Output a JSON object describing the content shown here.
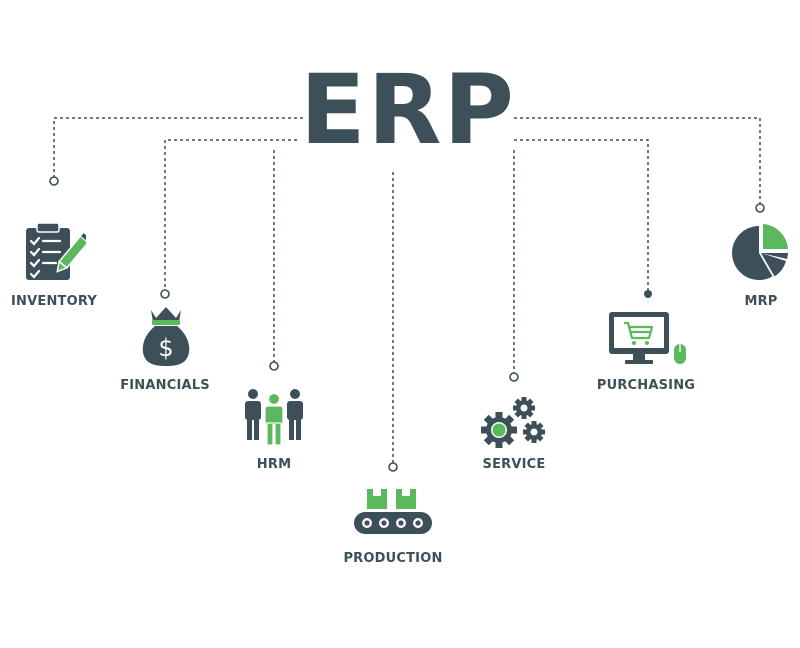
{
  "title": "ERP",
  "modules": [
    {
      "label": "INVENTORY",
      "icon": "clipboard-checklist-icon"
    },
    {
      "label": "FINANCIALS",
      "icon": "money-bag-icon"
    },
    {
      "label": "HRM",
      "icon": "people-group-icon"
    },
    {
      "label": "PRODUCTION",
      "icon": "conveyor-boxes-icon"
    },
    {
      "label": "SERVICE",
      "icon": "gears-icon"
    },
    {
      "label": "PURCHASING",
      "icon": "computer-cart-icon"
    },
    {
      "label": "MRP",
      "icon": "pie-chart-icon"
    }
  ],
  "colors": {
    "dark": "#3d4f59",
    "accent": "#5cb85c",
    "background": "#ffffff"
  }
}
